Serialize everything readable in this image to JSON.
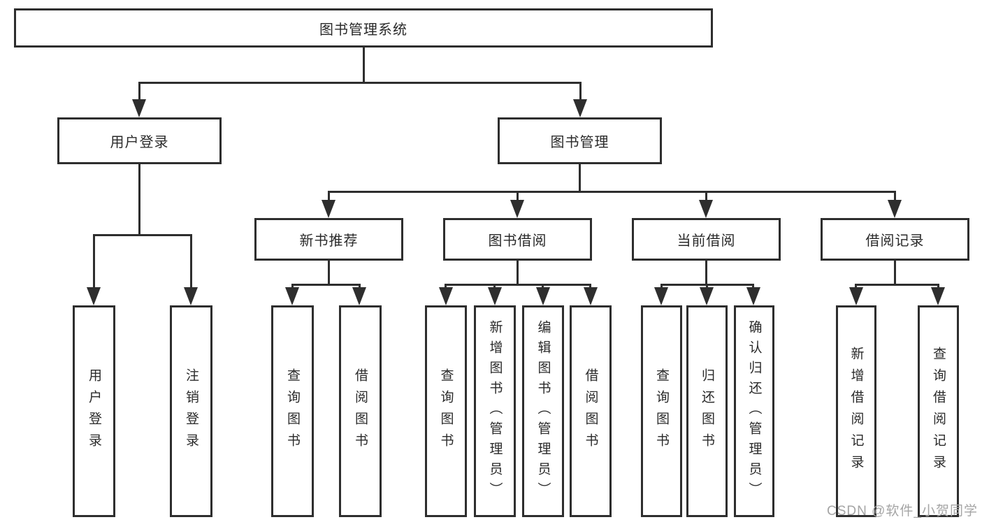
{
  "page": {
    "background": "#ffffff"
  },
  "colors": {
    "line": "#2e2e2e",
    "box_border": "#2e2e2e",
    "box_fill": "#ffffff",
    "text": "#2a2a2a",
    "watermark": "#a5a5a5"
  },
  "diagram": {
    "root": {
      "label": "图书管理系统"
    },
    "branches": [
      {
        "label": "用户登录",
        "children": [
          "用户登录",
          "注销登录"
        ]
      },
      {
        "label": "图书管理"
      }
    ],
    "modules": [
      {
        "label": "新书推荐",
        "children": [
          "查询图书",
          "借阅图书"
        ]
      },
      {
        "label": "图书借阅",
        "children": [
          "查询图书",
          "新增图书（管理员）",
          "编辑图书（管理员）",
          "借阅图书"
        ]
      },
      {
        "label": "当前借阅",
        "children": [
          "查询图书",
          "归还图书",
          "确认归还（管理员）"
        ]
      },
      {
        "label": "借阅记录",
        "children": [
          "新增借阅记录",
          "查询借阅记录"
        ]
      }
    ]
  },
  "watermark": {
    "text": "CSDN @软件_小贺同学"
  }
}
